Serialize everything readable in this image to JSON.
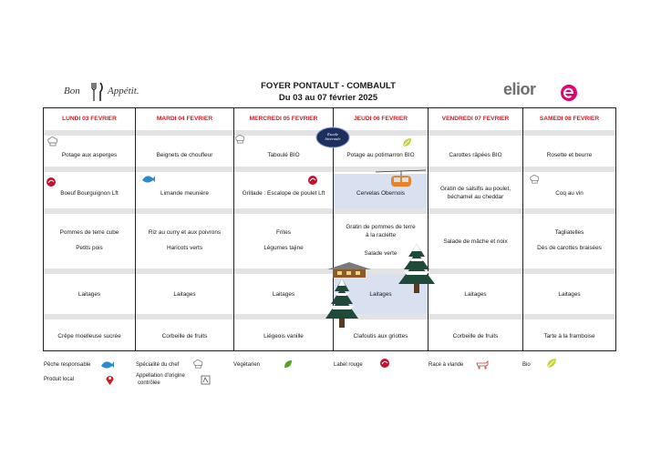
{
  "brand": {
    "bon": "Bon",
    "appetit": "Appétit.",
    "elior": "elior"
  },
  "header": {
    "line1": "FOYER PONTAULT - COMBAULT",
    "line2": "Du 03 au 07 février 2025"
  },
  "days": [
    {
      "name": "LUNDI 03 FEVRIER",
      "starter": "Potage aux asperges",
      "main": "Boeuf Bourguignon Lft",
      "side1": "Pommes de terre cube",
      "side2": "Petits pois",
      "dairy": "Laitages",
      "dessert": "Crêpe moelleuse sucrée"
    },
    {
      "name": "MARDI 04 FEVRIER",
      "starter": "Beignets de choufleur",
      "main": "Limande meunière",
      "side1": "Riz au curry et aux poivrons",
      "side2": "Haricots verts",
      "dairy": "Laitages",
      "dessert": "Corbeille de fruits"
    },
    {
      "name": "MERCREDI 05 FEVRIER",
      "starter": "Taboulé BIO",
      "main": "Grillade : Escalope de poulet Lft",
      "side1": "Frites",
      "side2": "Légumes tajine",
      "dairy": "Laitages",
      "dessert": "Liégeois vanille"
    },
    {
      "name": "JEUDI 06 FEVRIER",
      "starter": "Potage au potimarron BIO",
      "main": "Cervelas Obernois",
      "side1": "Gratin de pommes de terre",
      "side1b": "à la raclette",
      "side2": "Salade verte",
      "dairy": "Laitages",
      "dessert": "Clafoutis aux griottes"
    },
    {
      "name": "VENDREDI 07 FEVRIER",
      "starter": "Carottes râpées BIO",
      "main": "Gratin de salsifis au poulet,",
      "main2": "béchamel au cheddar",
      "side1": "Salade de mâche et noix",
      "dairy": "Laitages",
      "dessert": "Corbeille de fruits"
    },
    {
      "name": "SAMEDI 08 FEVRIER",
      "starter": "Rosette et beurre",
      "main": "Coq au vin",
      "side1": "Tagliatelles",
      "side2": "Dés de carottes braisées",
      "dairy": "Laitages",
      "dessert": "Tarte à la framboise"
    }
  ],
  "badge": {
    "line1": "Escale",
    "line2": "hivernale"
  },
  "legend": {
    "peche": "Pêche responsable",
    "specialite": "Spécialité du chef",
    "vegetarien": "Végétarien",
    "label_rouge": "Label rouge",
    "race": "Race à viande",
    "bio": "Bio",
    "local": "Produit local",
    "aoc1": "Appellation d'origine",
    "aoc2": "contrôlée"
  },
  "colors": {
    "header_red": "#d7191f",
    "separator": "#e3e3e3",
    "highlight": "#d9e0f0",
    "elior_pink": "#e5006d"
  }
}
